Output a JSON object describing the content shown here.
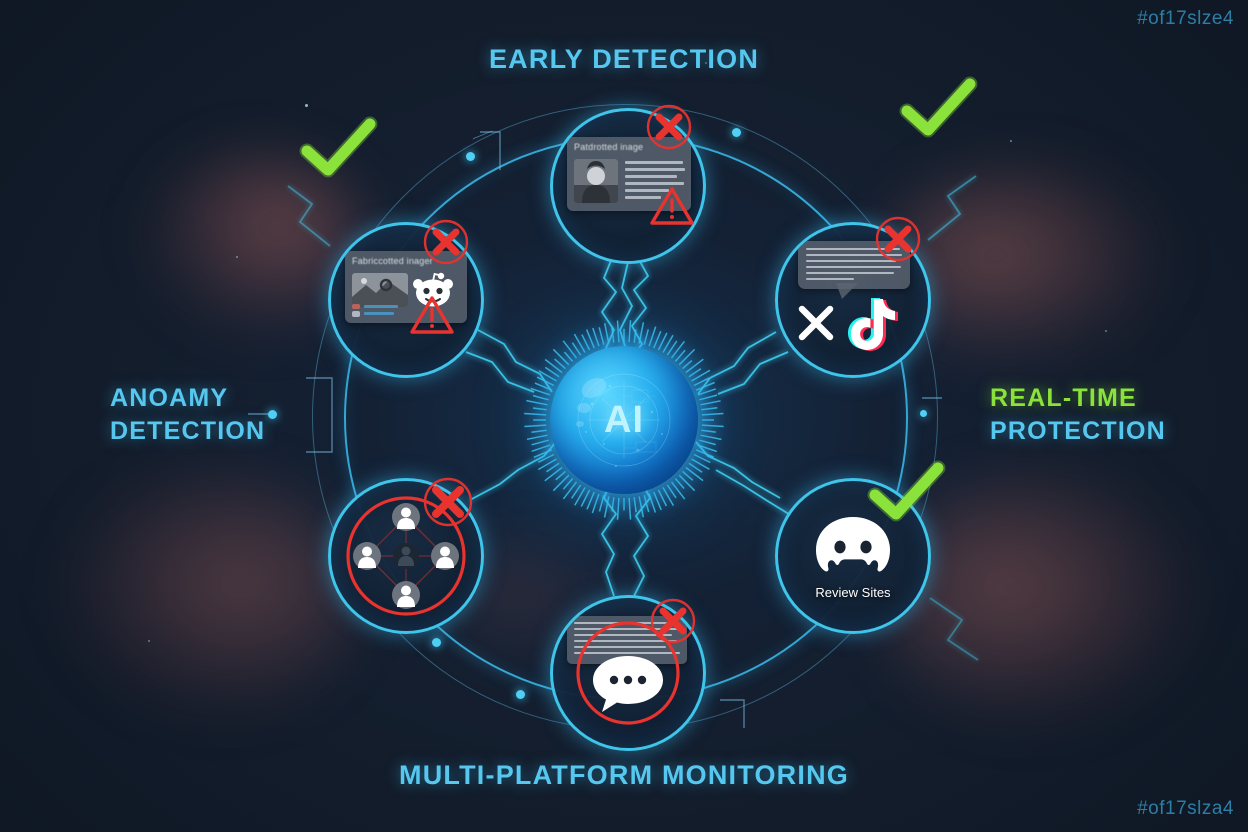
{
  "watermarks": {
    "top": "#of17slze4",
    "bottom": "#of17slza4"
  },
  "headings": {
    "top": "EARLY DETECTION",
    "bottom": "MULTI-PLATFORM MONITORING",
    "left_line1": "ANOAMY",
    "left_line2": "DETECTION",
    "right_line1": "REAL-TIME",
    "right_line2": "PROTECTION"
  },
  "colors": {
    "background": "#131d2c",
    "accent_cyan": "#56c8f0",
    "accent_green": "#8ae23a",
    "alert_red": "#e8332f",
    "ring": "#3fc4ea"
  },
  "core": {
    "label": "AI",
    "name": "central-ai-sphere"
  },
  "nodes": [
    {
      "id": "node-top",
      "name": "fabricated-image-node",
      "card_title": "Patdrotted inage",
      "icon": "profile-photo",
      "status": "flagged",
      "marks": [
        "red-x",
        "warning-triangle"
      ],
      "label": ""
    },
    {
      "id": "node-left",
      "name": "reddit-fabricated-node",
      "card_title": "Fabriccotted inager",
      "icon": "reddit-logo",
      "status": "flagged",
      "marks": [
        "red-x",
        "warning-triangle"
      ],
      "label": ""
    },
    {
      "id": "node-right",
      "name": "tiktok-x-post-node",
      "card_title": "",
      "icon": "tiktok-logo",
      "status": "flagged",
      "marks": [
        "red-x"
      ],
      "label": ""
    },
    {
      "id": "node-br",
      "name": "review-sites-node",
      "card_title": "",
      "icon": "discord-face",
      "status": "protected",
      "marks": [
        "green-check"
      ],
      "label": "Review Sites"
    },
    {
      "id": "node-bottom",
      "name": "comment-spam-node",
      "card_title": "",
      "icon": "chat-bubble",
      "status": "flagged",
      "marks": [
        "red-x",
        "red-circle"
      ],
      "label": ""
    },
    {
      "id": "node-bl",
      "name": "bot-network-node",
      "card_title": "",
      "icon": "bot-network",
      "status": "flagged",
      "marks": [
        "red-x",
        "red-circle"
      ],
      "label": ""
    }
  ],
  "checkmarks": [
    {
      "name": "check-top-left",
      "status": "verified"
    },
    {
      "name": "check-top-right",
      "status": "verified"
    },
    {
      "name": "check-review-sites",
      "status": "verified"
    }
  ]
}
